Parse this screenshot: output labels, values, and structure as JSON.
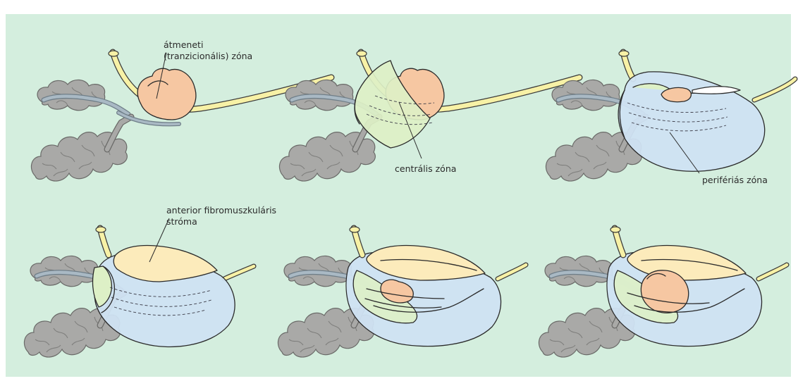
{
  "colors": {
    "background": "#d4eede",
    "transition_zone": "#f6c7a2",
    "central_zone": "#ddf0c6",
    "peripheral_zone": "#cfe2f2",
    "anterior_stroma": "#fcebbb",
    "urethra": "#f7f1a6",
    "seminal_vesicle": "#a9a9a7",
    "vas_deferens": "#a9b9c4"
  },
  "labels": {
    "transition_line1": "átmeneti",
    "transition_line2": "(tranzicionális) zóna",
    "central": "centrális zóna",
    "peripheral": "perifériás zóna",
    "anterior_line1": "anterior fibromuszkuláris",
    "anterior_line2": "stróma"
  },
  "panels": [
    {
      "id": 1,
      "layers": [
        "transition"
      ]
    },
    {
      "id": 2,
      "layers": [
        "transition",
        "central"
      ]
    },
    {
      "id": 3,
      "layers": [
        "transition",
        "central",
        "peripheral"
      ]
    },
    {
      "id": 4,
      "layers": [
        "central",
        "peripheral",
        "anterior"
      ]
    },
    {
      "id": 5,
      "layers": [
        "central",
        "peripheral",
        "anterior",
        "transition"
      ]
    },
    {
      "id": 6,
      "layers": [
        "central",
        "peripheral",
        "anterior",
        "transition"
      ]
    }
  ]
}
